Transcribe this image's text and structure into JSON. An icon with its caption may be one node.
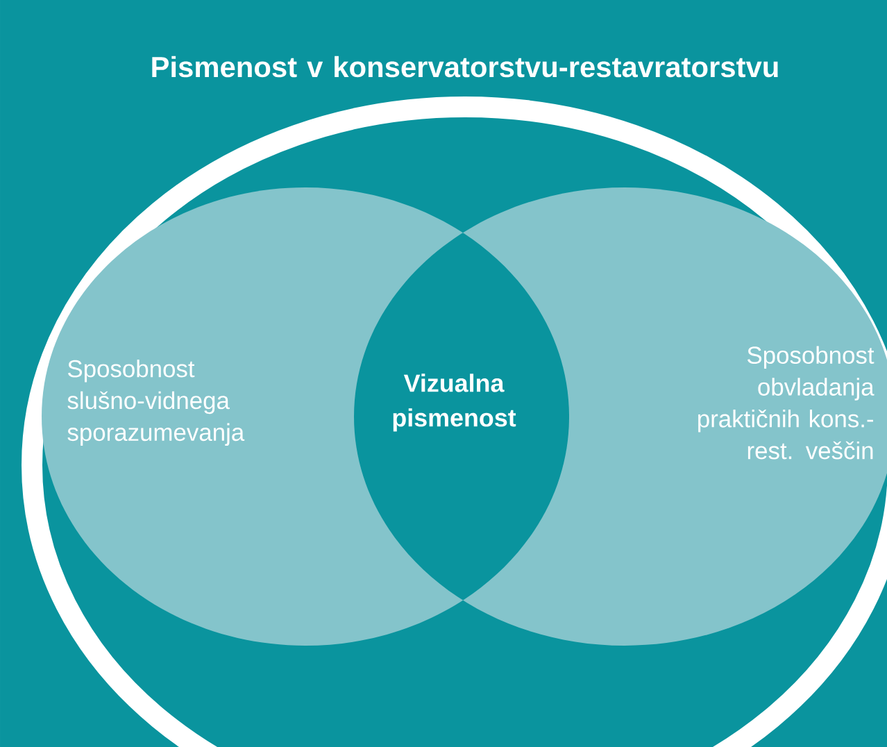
{
  "diagram": {
    "nodes": [
      {
        "text": [
          "Pismenost v konservatorstvu-restavratorstvu"
        ]
      },
      {
        "text": [
          "Sposobnost slušno-vidnega sporazumevanja"
        ],
        "in": 0
      },
      {
        "text": [
          "Sposobnost obvladanja praktičnih kons.-rest. veščin"
        ],
        "in": 0
      },
      {
        "text": [
          "Vizualna pismenost"
        ],
        "in": 0
      }
    ]
  }
}
